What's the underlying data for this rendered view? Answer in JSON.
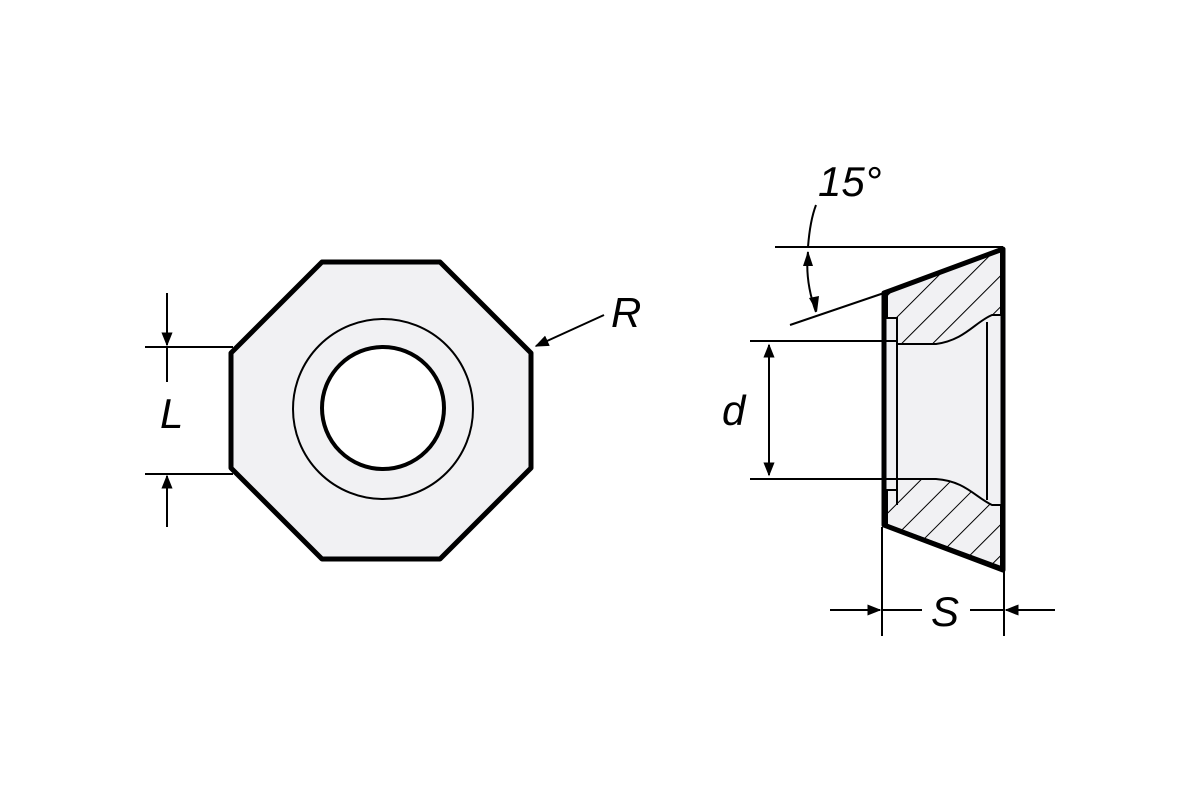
{
  "labels": {
    "length": "L",
    "radius": "R",
    "angle": "15°",
    "diameter": "d",
    "thickness": "S"
  },
  "colors": {
    "line": "#000000",
    "face": "#f1f1f3",
    "background": "#ffffff"
  }
}
